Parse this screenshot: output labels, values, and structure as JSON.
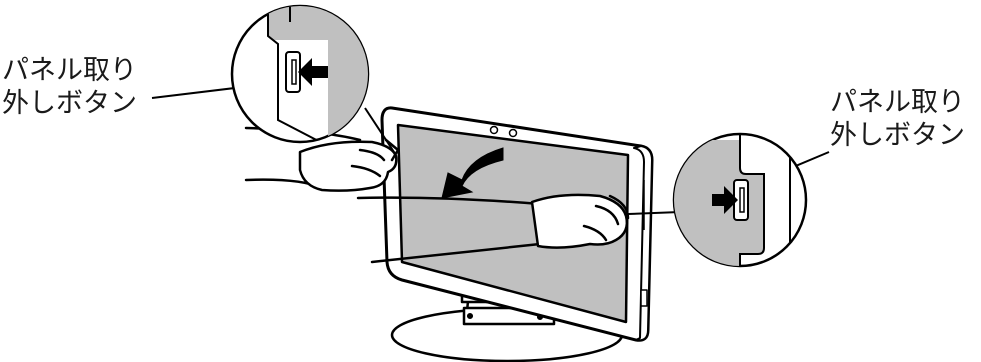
{
  "labels": {
    "left": {
      "line1": "パネル取り",
      "line2": "外しボタン"
    },
    "right": {
      "line1": "パネル取り",
      "line2": "外しボタン"
    }
  },
  "colors": {
    "screen_gray": "#c0c0c0",
    "outline": "#000000",
    "bezel": "#ffffff",
    "stand": "#ffffff"
  },
  "icons": {
    "press_arrow": "arrow-right-icon",
    "remove_arrow": "curved-arrow-icon"
  }
}
